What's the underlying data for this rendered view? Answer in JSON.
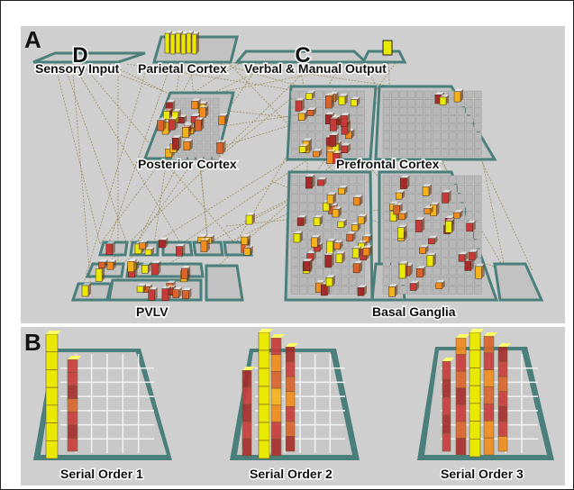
{
  "panels": {
    "a": "A",
    "b": "B"
  },
  "top_modules": {
    "sensory_input": "Sensory Input",
    "parietal_cortex": "Parietal Cortex",
    "verbal_manual_output": "Verbal & Manual Output",
    "letter_d": "D",
    "letter_c": "C"
  },
  "middle_modules": {
    "posterior_cortex": "Posterior Cortex",
    "prefrontal_cortex": "Prefrontal Cortex"
  },
  "bottom_modules": {
    "pvlv": "PVLV",
    "basal_ganglia": "Basal Ganglia"
  },
  "serial_orders": [
    {
      "label": "Serial Order 1"
    },
    {
      "label": "Serial Order 2"
    },
    {
      "label": "Serial Order 3"
    }
  ],
  "colors": {
    "background": "#cfcfcf",
    "border": "#4b7f7b",
    "grid": "#a9a9a9",
    "connection": "#9e8a5a",
    "active_high": "#e8e800",
    "active_mid": "#f08a1a",
    "active_low": "#c83a3a"
  }
}
